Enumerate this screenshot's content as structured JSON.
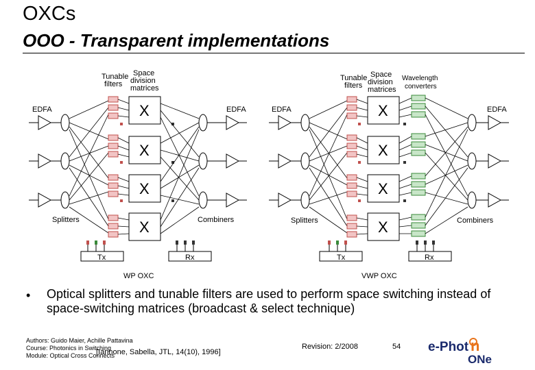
{
  "slide": {
    "title": "OXCs",
    "subtitle": "OOO - Transparent implementations"
  },
  "diagrams": {
    "wp": {
      "caption": "WP OXC",
      "label_tunable_filters": "Tunable filters",
      "label_space_division": "Space division matrices",
      "label_edfa_left": "EDFA",
      "label_edfa_right": "EDFA",
      "label_splitters": "Splitters",
      "label_combiners": "Combiners",
      "label_tx": "Tx",
      "label_rx": "Rx",
      "matrix_symbol": "X"
    },
    "vwp": {
      "caption": "VWP OXC",
      "label_tunable_filters": "Tunable filters",
      "label_space_division": "Space division matrices",
      "label_wavelength_converters": "Wavelength converters",
      "label_edfa_left": "EDFA",
      "label_edfa_right": "EDFA",
      "label_splitters": "Splitters",
      "label_combiners": "Combiners",
      "label_tx": "Tx",
      "label_rx": "Rx",
      "matrix_symbol": "X"
    }
  },
  "bullet": {
    "marker": "•",
    "text": "Optical splitters and tunable filters are used to perform space switching instead of space-switching matrices (broadcast & select technique)"
  },
  "footer": {
    "authors": "Authors: Guido Maier, Achille Pattavina",
    "course": "Course: Photonics in Switching",
    "module": "Module: Optical Cross Connects",
    "citation": "[Iannone, Sabella, JTL, 14(10), 1996]",
    "revision": "Revision: 2/2008",
    "page_number": "54",
    "logo_text_1": "e-Phot",
    "logo_text_2": "n",
    "logo_text_3": "ONe"
  },
  "colors": {
    "filter_red": "#c0504d",
    "filter_fill": "#f2c4c4",
    "converter_green": "#3a8a3a",
    "converter_fill": "#c8e6c8",
    "logo_navy": "#1a2a6c",
    "logo_orange": "#e8731a"
  }
}
